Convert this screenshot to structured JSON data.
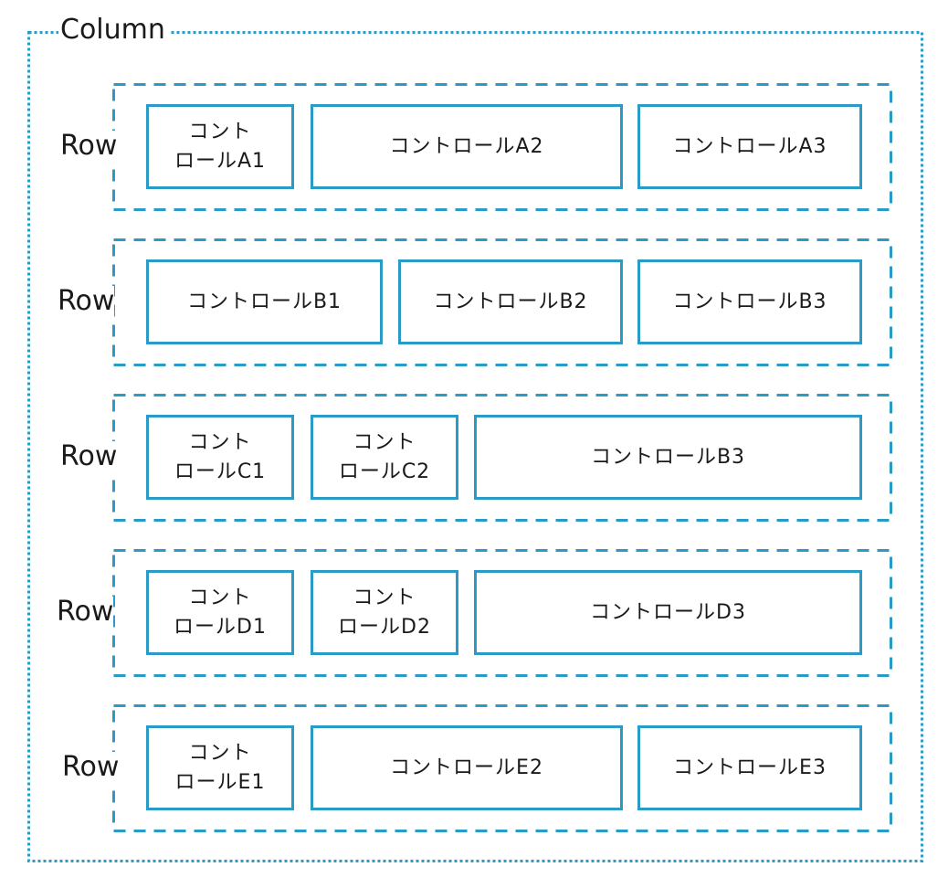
{
  "column": {
    "label": "Column"
  },
  "colors": {
    "accent": "#2a9bc7",
    "text": "#1a1a1a"
  },
  "rows": [
    {
      "label": "Row",
      "controls": [
        {
          "text": "コント\nロールA1"
        },
        {
          "text": "コントロールA2"
        },
        {
          "text": "コントロールA3"
        }
      ]
    },
    {
      "label": "Row",
      "controls": [
        {
          "text": "コントロールB1"
        },
        {
          "text": "コントロールB2"
        },
        {
          "text": "コントロールB3"
        }
      ]
    },
    {
      "label": "Row",
      "controls": [
        {
          "text": "コント\nロールC1"
        },
        {
          "text": "コント\nロールC2"
        },
        {
          "text": "コントロールB3"
        }
      ]
    },
    {
      "label": "Row",
      "controls": [
        {
          "text": "コント\nロールD1"
        },
        {
          "text": "コント\nロールD2"
        },
        {
          "text": "コントロールD3"
        }
      ]
    },
    {
      "label": "Row",
      "controls": [
        {
          "text": "コント\nロールE1"
        },
        {
          "text": "コントロールE2"
        },
        {
          "text": "コントロールE3"
        }
      ]
    }
  ]
}
